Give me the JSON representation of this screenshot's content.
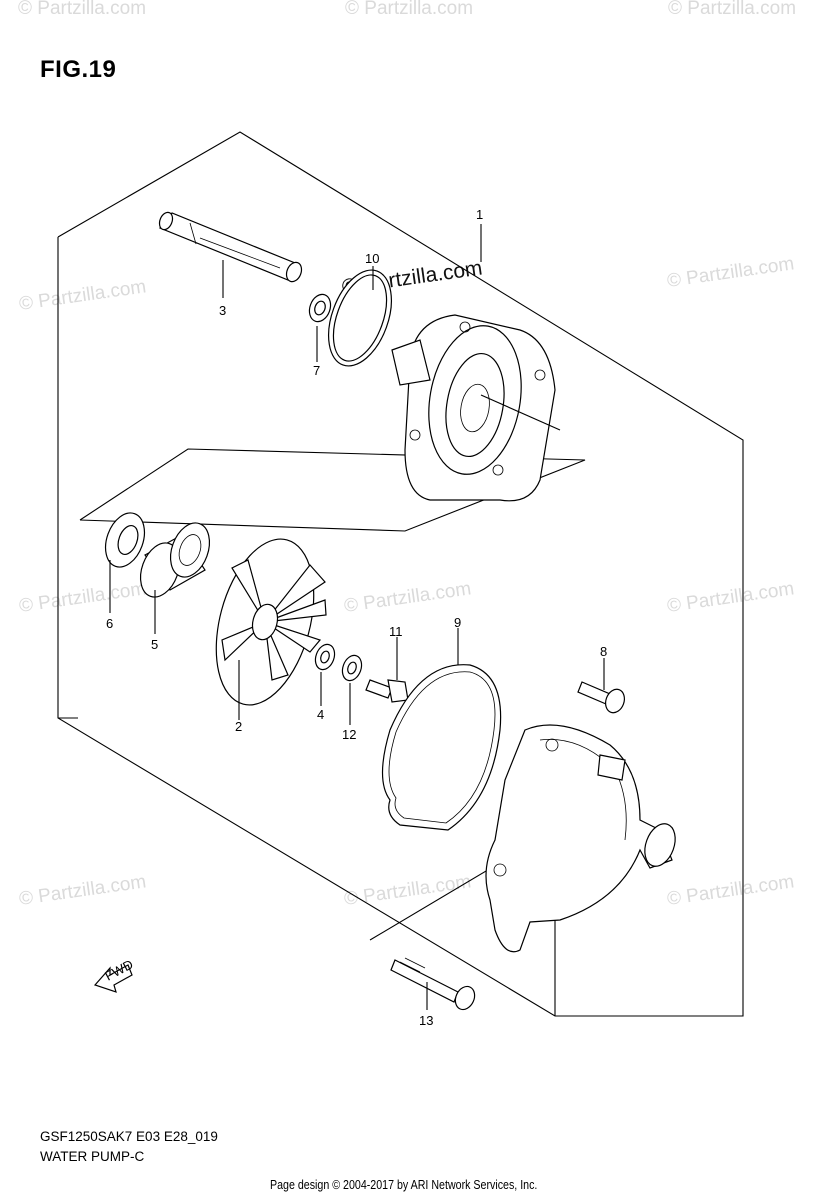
{
  "figure": {
    "title": "FIG.19",
    "model_code": "GSF1250SAK7 E03 E28_019",
    "name": "WATER PUMP-C"
  },
  "watermark": {
    "main": "© Partzilla.com",
    "repeat": "© Partzilla.com"
  },
  "callouts": {
    "c1": "1",
    "c2": "2",
    "c3": "3",
    "c4": "4",
    "c5": "5",
    "c6": "6",
    "c7": "7",
    "c8": "8",
    "c9": "9",
    "c10": "10",
    "c11": "11",
    "c12": "12",
    "c13": "13"
  },
  "fwd_label": "FWD",
  "footer": {
    "credit": "Page design © 2004-2017 by ARI Network Services, Inc."
  }
}
